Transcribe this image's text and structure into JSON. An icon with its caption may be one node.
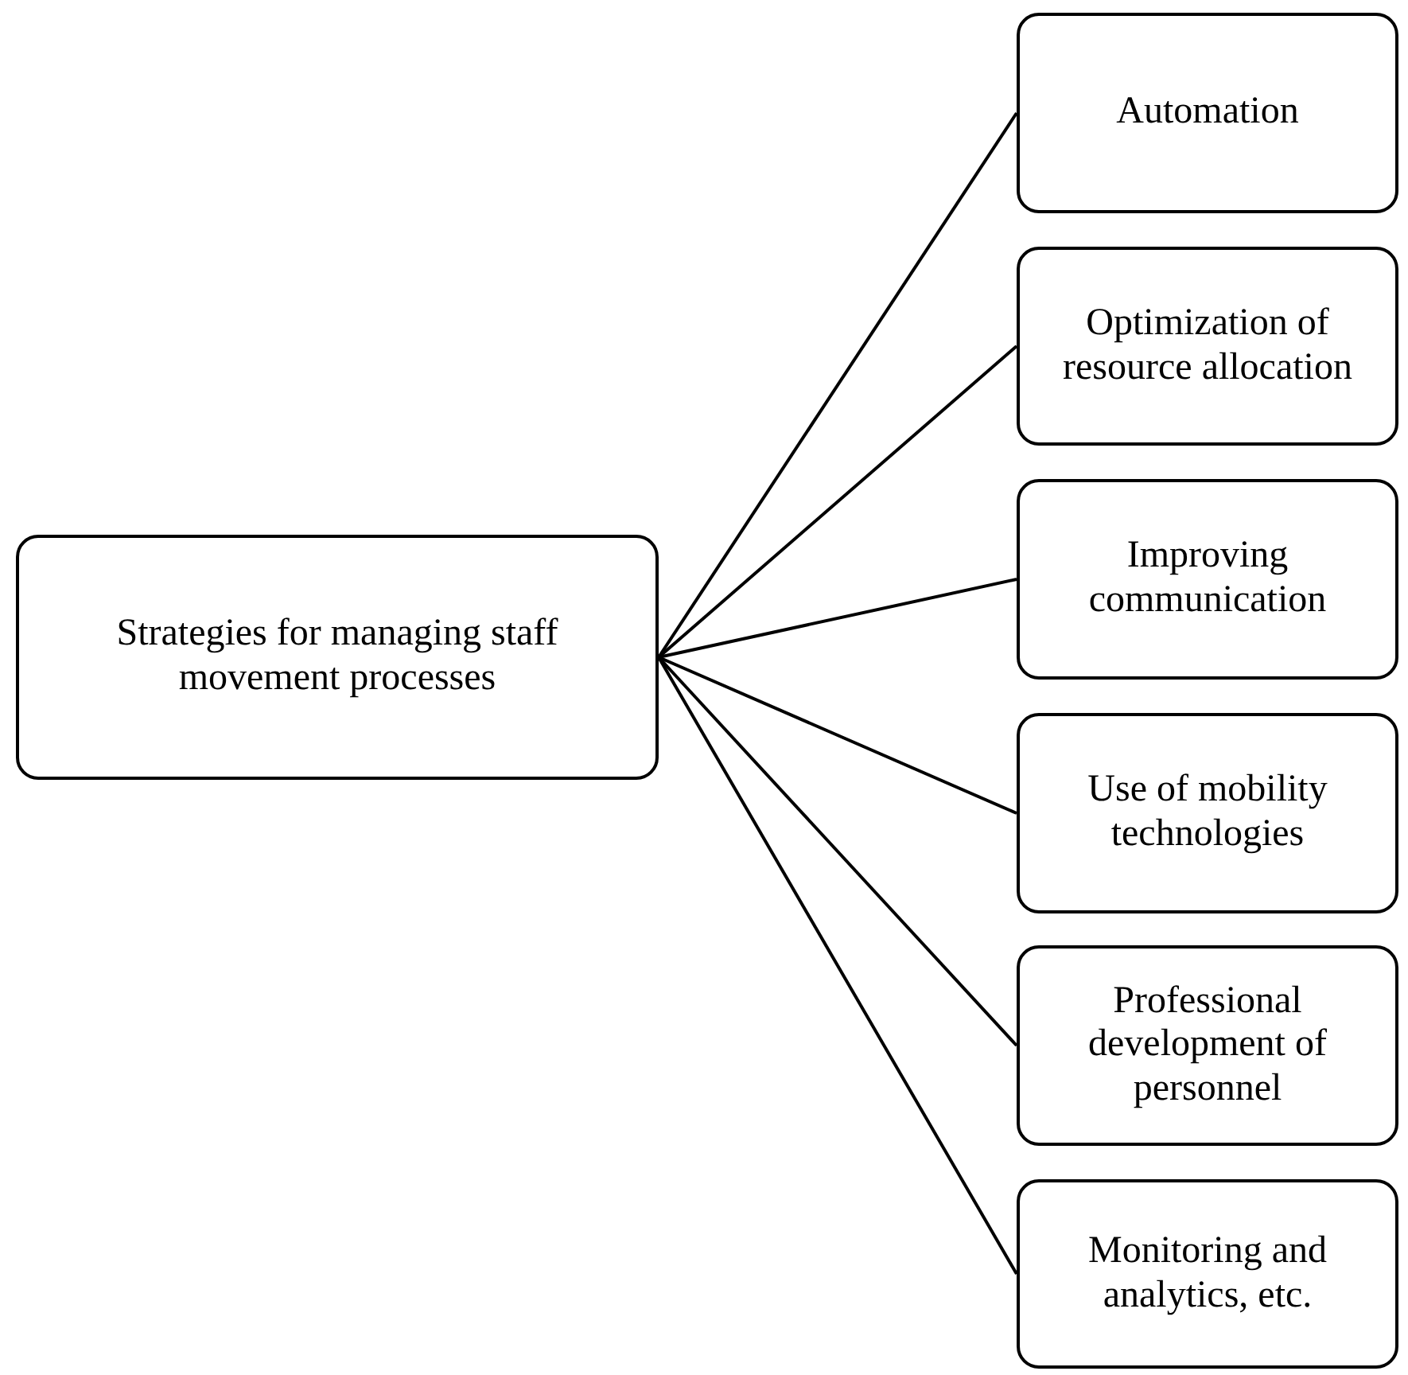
{
  "diagram": {
    "nodes": [
      {
        "text": [
          "Strategies for managing staff movement processes"
        ]
      },
      {
        "text": [
          "Automation"
        ]
      },
      {
        "text": [
          "Optimization of resource allocation"
        ]
      },
      {
        "text": [
          "Improving communication"
        ]
      },
      {
        "text": [
          "Use of mobility technologies"
        ]
      },
      {
        "text": [
          "Professional development of personnel"
        ]
      },
      {
        "text": [
          "Monitoring and analytics, etc."
        ]
      }
    ],
    "edges": [
      {
        "from": 0,
        "to": 1,
        "arrow": "none"
      },
      {
        "from": 0,
        "to": 2,
        "arrow": "none"
      },
      {
        "from": 0,
        "to": 3,
        "arrow": "none"
      },
      {
        "from": 0,
        "to": 4,
        "arrow": "none"
      },
      {
        "from": 0,
        "to": 5,
        "arrow": "none"
      },
      {
        "from": 0,
        "to": 6,
        "arrow": "none"
      }
    ]
  }
}
